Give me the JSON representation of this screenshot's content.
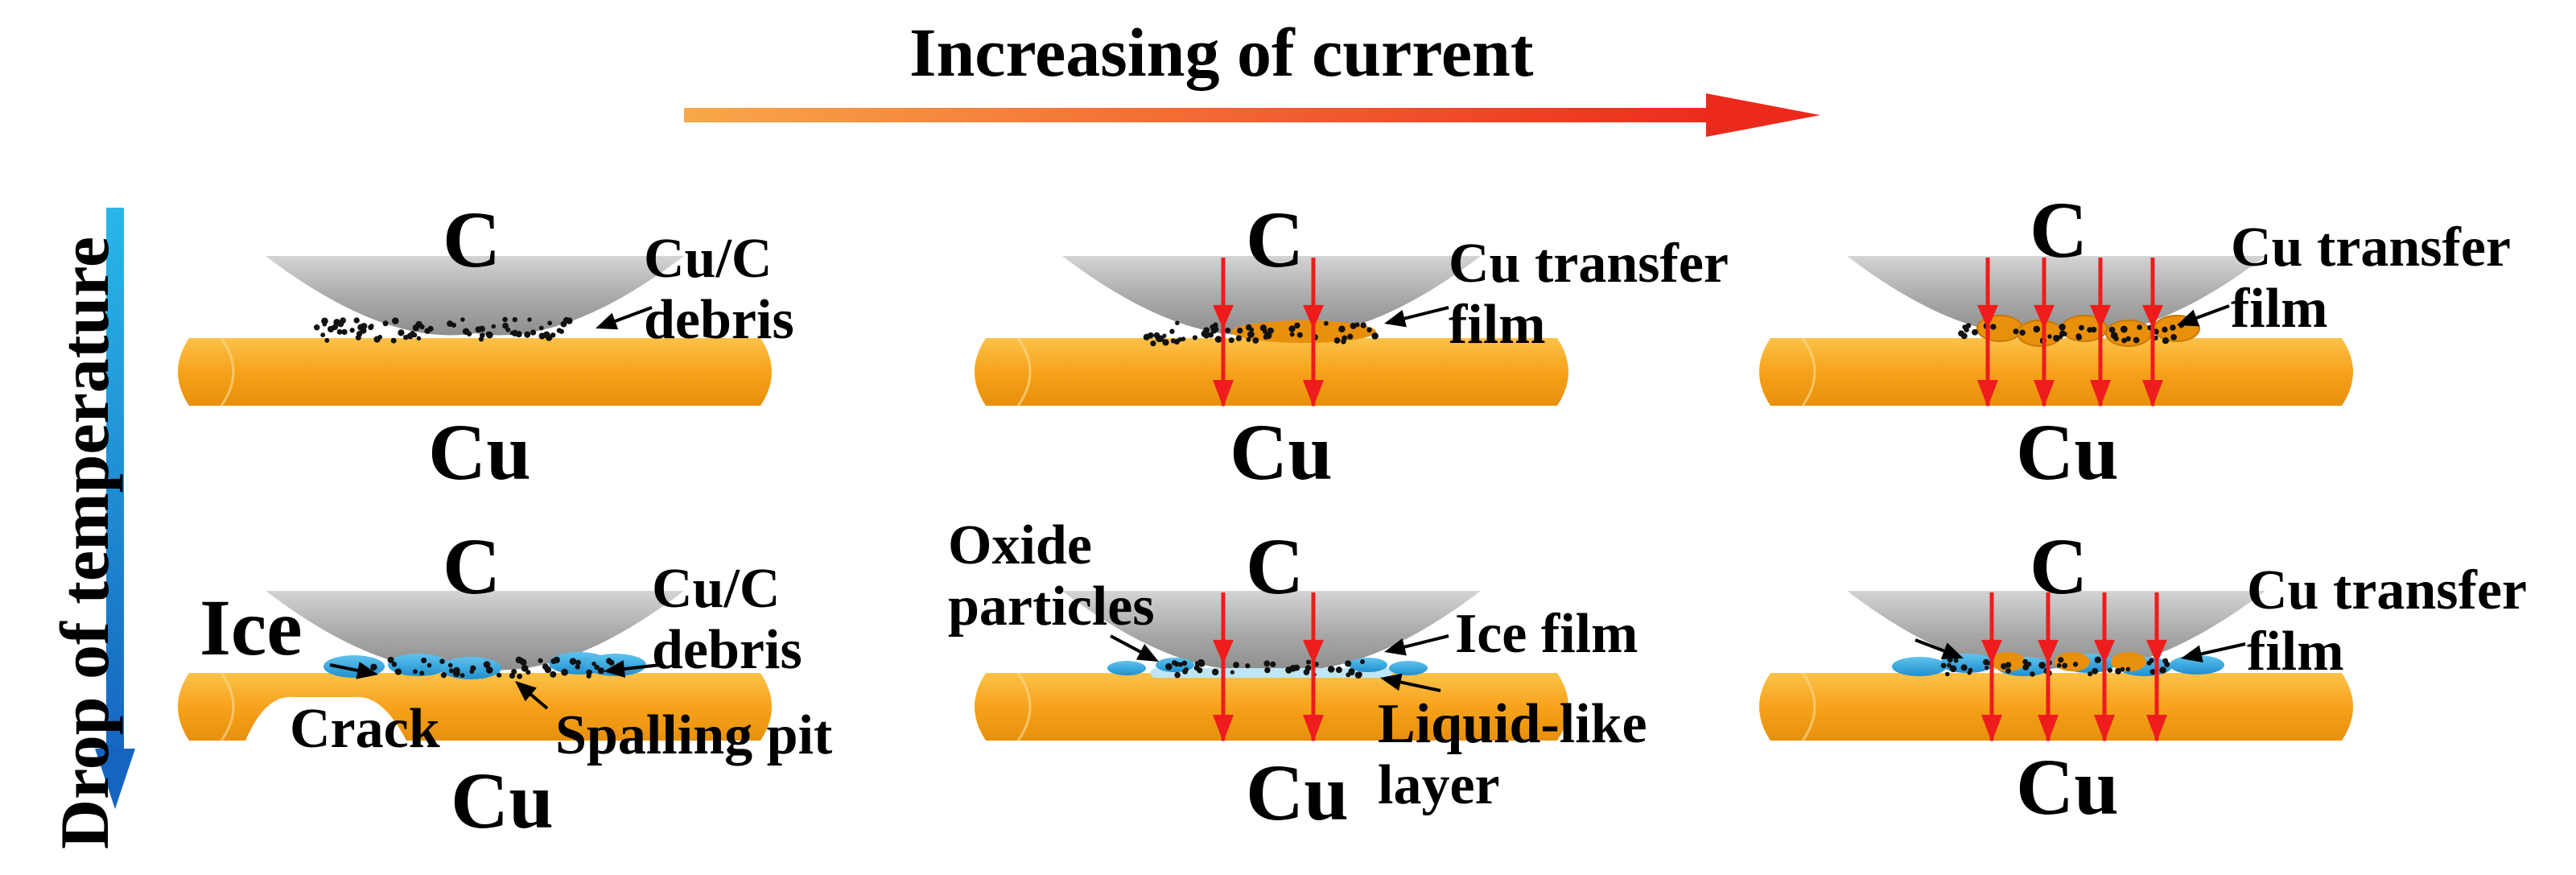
{
  "header": {
    "x_axis_label": "Increasing of current",
    "y_axis_label": "Drop of temperature"
  },
  "colors": {
    "copper": "#f7a21b",
    "carbon": "#b0b0b0",
    "ice": "#1f9ad6",
    "current_arrow": "#ee1c1c",
    "title_arrow_start": "#f7a84a",
    "title_arrow_end": "#ec2a1c",
    "temp_arrow_start": "#29b6e8",
    "temp_arrow_end": "#1565c0"
  },
  "panels": [
    {
      "top_label": "C",
      "bottom_label": "Cu",
      "labels": [
        "Cu/C\ndebris"
      ]
    },
    {
      "top_label": "C",
      "bottom_label": "Cu",
      "labels": [
        "Cu transfer\nfilm"
      ]
    },
    {
      "top_label": "C",
      "bottom_label": "Cu",
      "labels": [
        "Cu transfer\nfilm"
      ]
    },
    {
      "top_label": "C",
      "bottom_label": "Cu",
      "labels": [
        "Ice",
        "Cu/C\ndebris",
        "Crack",
        "Spalling pit"
      ]
    },
    {
      "top_label": "C",
      "bottom_label": "Cu",
      "labels": [
        "Oxide\nparticles",
        "Ice film",
        "Liquid-like\nlayer"
      ]
    },
    {
      "top_label": "C",
      "bottom_label": "Cu",
      "labels": [
        "Cu transfer\nfilm"
      ]
    }
  ]
}
